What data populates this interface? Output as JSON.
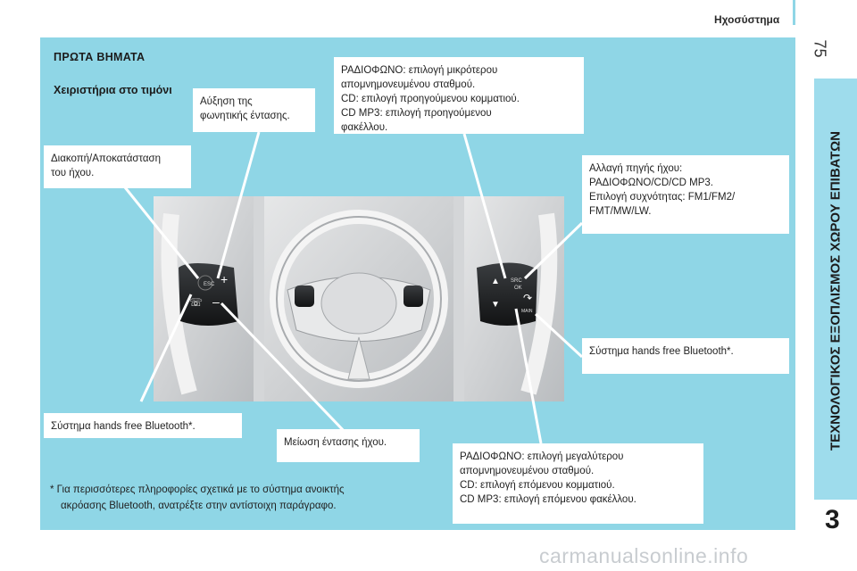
{
  "header": {
    "section": "Ηχοσύστημα",
    "page": "75"
  },
  "sidebar": {
    "chapter_title": "ΤΕΧΝΟΛΟΓΙΚΟΣ ΕΞΟΠΛΙΣΜΟΣ ΧΩΡΟΥ ΕΠΙΒΑΤΩΝ",
    "chapter_number": "3"
  },
  "content": {
    "title": "ΠΡΩΤΑ ΒΗΜΑΤΑ",
    "subheading": "Χειριστήρια στο τιμόνι",
    "callouts": {
      "volume_up": "Αύξηση της\nφωνητικής έντασης.",
      "mute": "Διακοπή/Αποκατάσταση\nτου ήχου.",
      "radio_prev": "ΡΑΔΙΟΦΩΝΟ: επιλογή μικρότερου\nαπομνημονευμένου σταθμού.\nCD: επιλογή προηγούμενου κομματιού.\nCD MP3: επιλογή προηγούμενου\nφακέλλου.",
      "source": "Αλλαγή πηγής ήχου:\nΡΑΔΙΟΦΩΝΟ/CD/CD MP3.\nΕπιλογή συχνότητας: FM1/FM2/\nFMT/MW/LW.",
      "bluetooth_right": "Σύστημα hands free Bluetooth*.",
      "bluetooth_left": "Σύστημα hands free Bluetooth*.",
      "volume_down": "Μείωση έντασης ήχου.",
      "radio_next": "ΡΑΔΙΟΦΩΝΟ: επιλογή μεγαλύτερου\nαπομνημονευμένου σταθμού.\nCD: επιλογή επόμενου κομματιού.\nCD MP3: επιλογή επόμενου φακέλλου."
    },
    "footnote": {
      "line1": "* Για περισσότερες πληροφορίες σχετικά με το σύστημα ανοικτής",
      "line2": "ακρόασης Bluetooth, ανατρέξτε στην αντίστοιχη παράγραφο."
    },
    "button_labels": {
      "esc": "ESC",
      "ok": "OK",
      "main": "MAIN",
      "src": "SRC"
    }
  },
  "watermark": "carmanualsonline.info"
}
